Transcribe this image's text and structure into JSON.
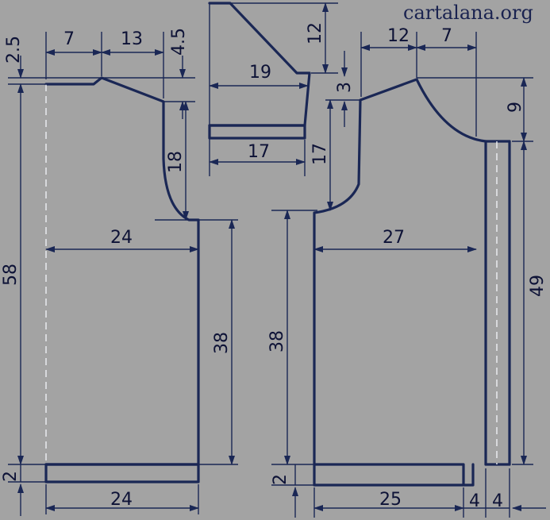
{
  "watermark": "cartalana.org",
  "colors": {
    "background": "#a3a3a3",
    "outline": "#1a2755",
    "dimension_text": "#0d1236",
    "fold_line": "#eef0f4"
  },
  "back_piece": {
    "edge_2_5": "2.5",
    "shoulder_top_7": "7",
    "shoulder_13": "13",
    "shoulder_4_5": "4.5",
    "armhole_18": "18",
    "total_height_58": "58",
    "width_24": "24",
    "side_38": "38",
    "band_2": "2",
    "bottom_width_24": "24"
  },
  "sleeve_cap_piece": {
    "height_12": "12",
    "width_19": "19",
    "bottom_17": "17"
  },
  "front_piece": {
    "shoulder_12": "12",
    "neck_7": "7",
    "offset_3": "3",
    "neck_depth_9": "9",
    "armhole_17": "17",
    "width_27": "27",
    "side_38": "38",
    "band_height_49": "49",
    "band_2": "2",
    "bottom_width_25": "25",
    "band_width_a_4": "4",
    "band_width_b_4": "4"
  }
}
